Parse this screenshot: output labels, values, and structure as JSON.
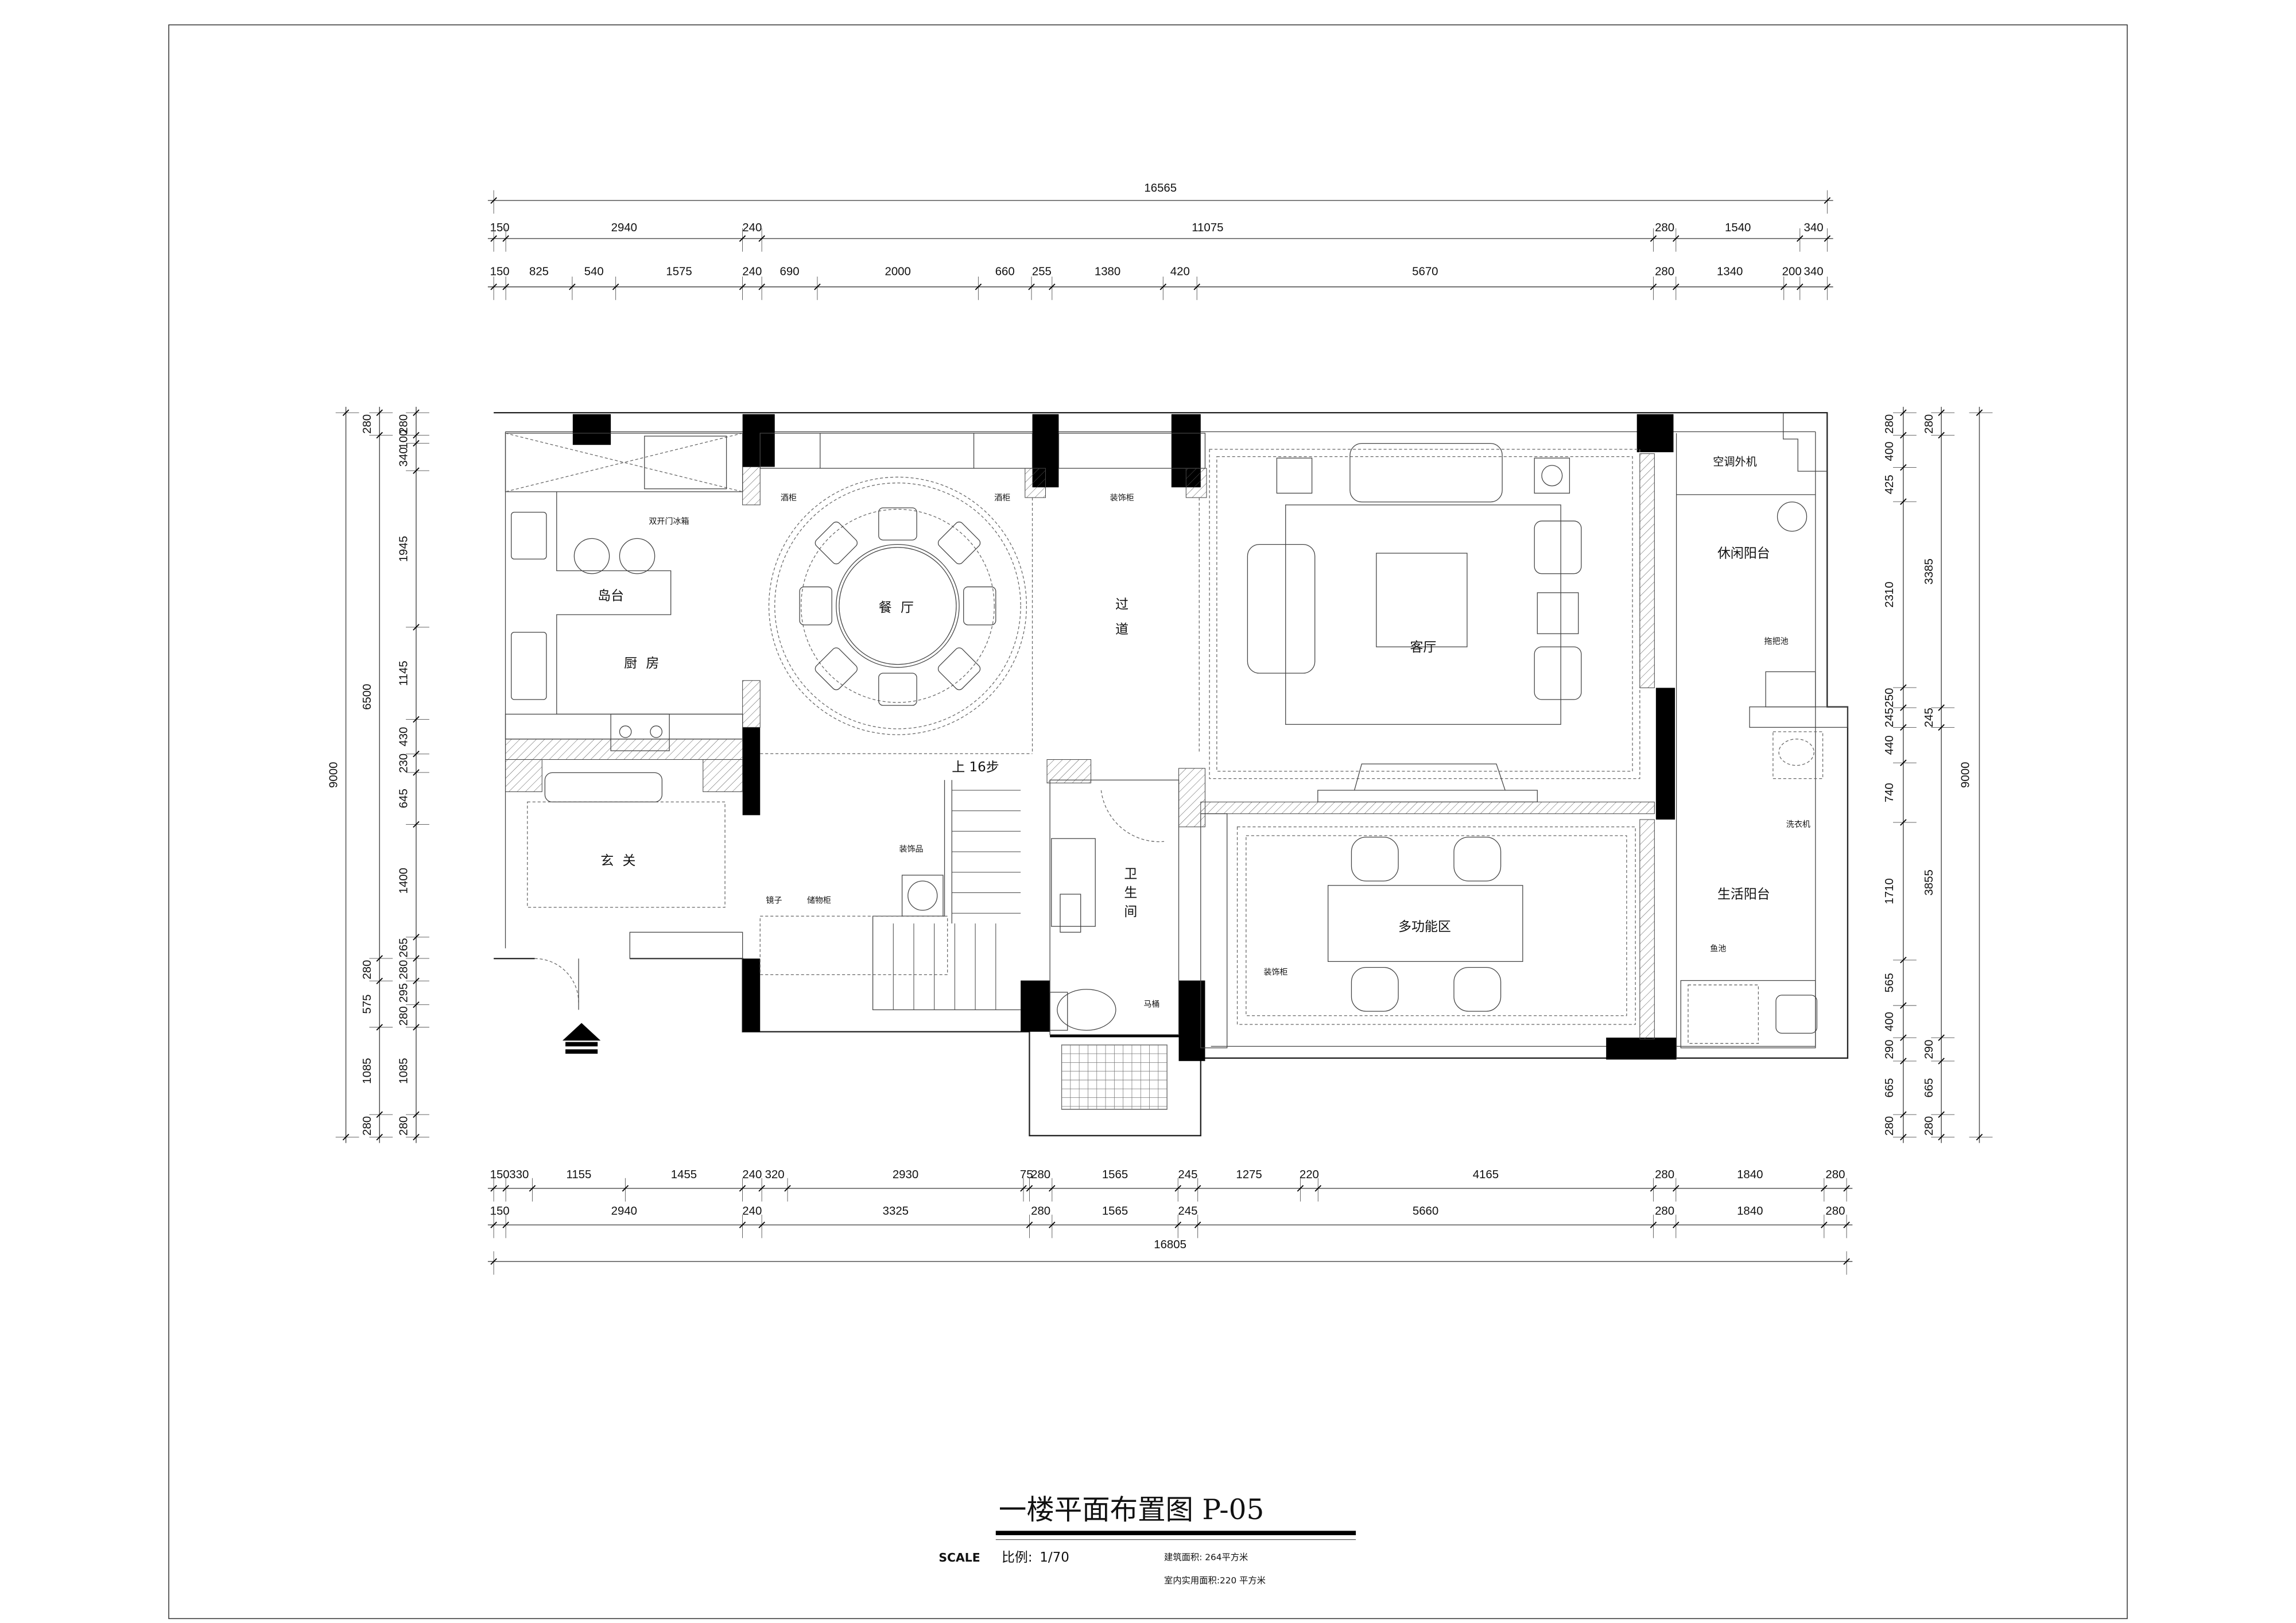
{
  "title": {
    "main": "一楼平面布置图 P-05",
    "scale_label": "SCALE",
    "ratio_label": "比例:",
    "ratio_value": "1/70",
    "building_area": "建筑面积: 264平方米",
    "usable_area": "室内实用面积:220  平方米"
  },
  "rooms": {
    "fridge": "双开门冰箱",
    "island": "岛台",
    "kitchen": "厨房",
    "foyer": "玄关",
    "wine_cabinet_1": "酒柜",
    "wine_cabinet_2": "酒柜",
    "dining": "餐厅",
    "deco_cabinet_1": "装饰柜",
    "corridor": "过道",
    "living": "客厅",
    "ac_unit": "空调外机",
    "leisure_balcony": "休闲阳台",
    "mop_sink": "拖把池",
    "washer": "洗衣机",
    "utility_balcony": "生活阳台",
    "fish_pond": "鱼池",
    "stairs": "上 16步",
    "ornament": "装饰品",
    "mirror": "镜子",
    "storage": "储物柜",
    "bathroom": "卫生间",
    "toilet": "马桶",
    "deco_cabinet_2": "装饰柜",
    "multi_area": "多功能区"
  },
  "dimensions": {
    "top_total": [
      "16565"
    ],
    "top_row1": [
      "150",
      "2940",
      "240",
      "11075",
      "280",
      "1540",
      "340"
    ],
    "top_row2": [
      "150",
      "825",
      "540",
      "1575",
      "240",
      "690",
      "2000",
      "660",
      "255",
      "1380",
      "420",
      "5670",
      "280",
      "1340",
      "200",
      "340"
    ],
    "bottom_row1": [
      "150",
      "330",
      "1155",
      "1455",
      "240",
      "320",
      "2930",
      "75",
      "280",
      "1565",
      "245",
      "1275",
      "220",
      "4165",
      "280",
      "1840",
      "280"
    ],
    "bottom_row2": [
      "150",
      "2940",
      "240",
      "3325",
      "280",
      "1565",
      "245",
      "5660",
      "280",
      "1840",
      "280"
    ],
    "bottom_total": [
      "16805"
    ],
    "left_total": [
      "9000"
    ],
    "left_row1": [
      "280",
      "6500",
      "280",
      "575",
      "1085",
      "280"
    ],
    "left_row2": [
      "280",
      "100",
      "340",
      "1945",
      "1145",
      "430",
      "230",
      "645",
      "1400",
      "265",
      "280",
      "295",
      "280",
      "1085",
      "280"
    ],
    "right_row1": [
      "280",
      "400",
      "425",
      "2310",
      "250",
      "245",
      "440",
      "740",
      "1710",
      "565",
      "400",
      "290",
      "665",
      "280"
    ],
    "right_row2": [
      "280",
      "3385",
      "245",
      "3855",
      "290",
      "665",
      "280"
    ],
    "right_total": [
      "9000"
    ]
  }
}
